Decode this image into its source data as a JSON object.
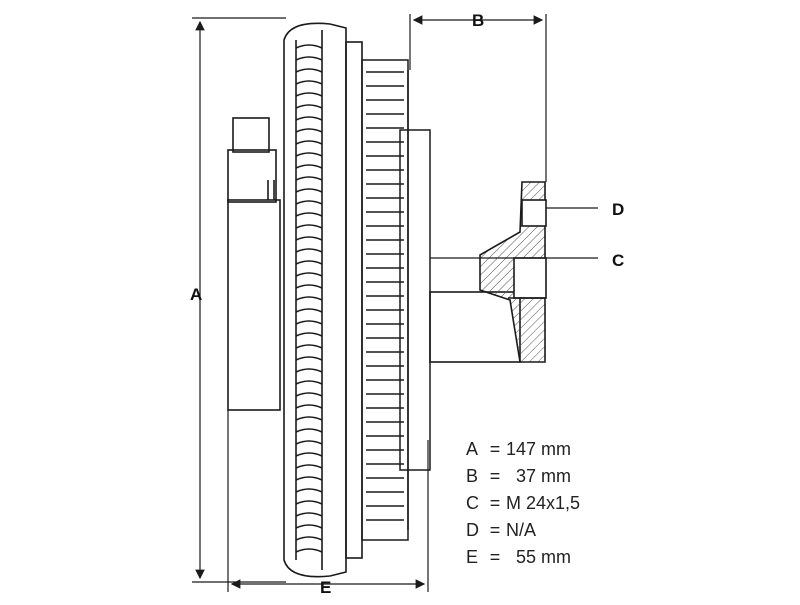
{
  "dimension_labels": {
    "a": "A",
    "b": "B",
    "c": "C",
    "d": "D",
    "e": "E"
  },
  "specs": [
    {
      "key": "A",
      "eq": "=",
      "value": "147 mm"
    },
    {
      "key": "B",
      "eq": "=",
      "value": "  37 mm"
    },
    {
      "key": "C",
      "eq": "=",
      "value": "M 24x1,5"
    },
    {
      "key": "D",
      "eq": "=",
      "value": "N/A"
    },
    {
      "key": "E",
      "eq": "=",
      "value": "  55 mm"
    }
  ],
  "colors": {
    "line": "#1a1a1a",
    "hatch": "#555555",
    "background": "#ffffff"
  }
}
